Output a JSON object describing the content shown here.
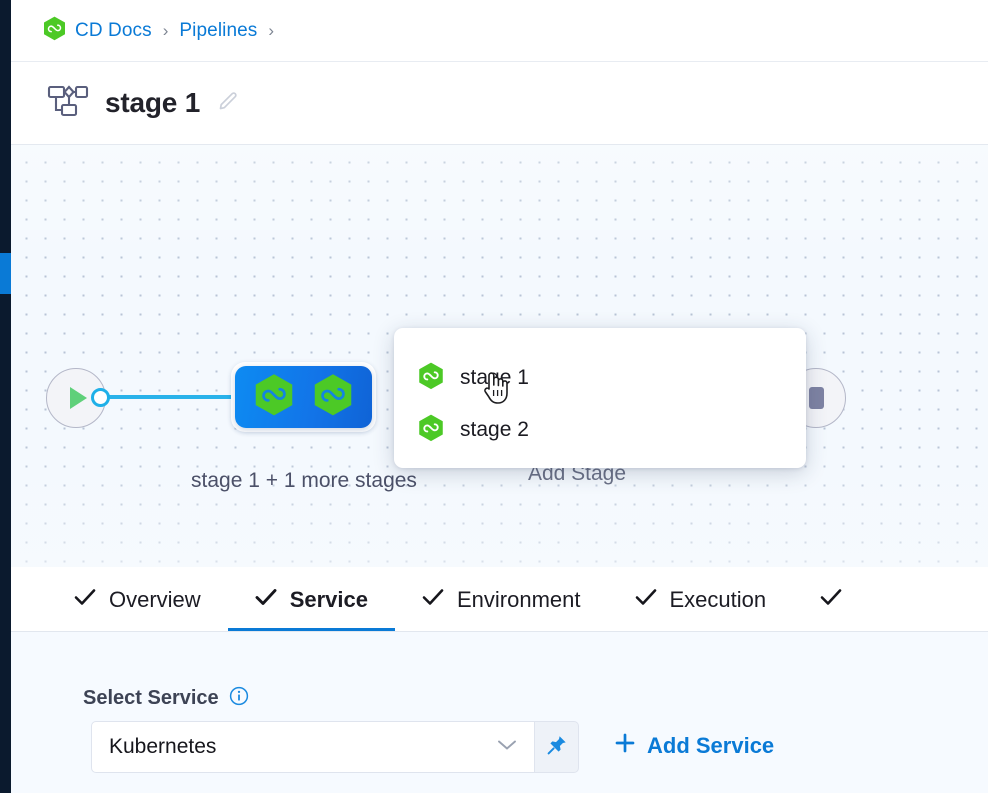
{
  "brand": {
    "accent": "#0a7ad6",
    "green": "#4cc926",
    "node_blue": "#0f7ae8",
    "rail_dark": "#0b1a2e"
  },
  "breadcrumb": {
    "icon": "harness-hexagon-icon",
    "items": [
      {
        "label": "CD Docs"
      },
      {
        "label": "Pipelines"
      }
    ],
    "separator": "›"
  },
  "header": {
    "icon": "pipeline-stage-diagram-icon",
    "title": "stage 1",
    "edit_icon": "pencil-icon"
  },
  "canvas": {
    "start_node": {
      "icon": "play-icon",
      "name": "start-node"
    },
    "stage_group": {
      "label": "stage 1 + 1 more stages",
      "icons": [
        "harness-hexagon-icon",
        "harness-hexagon-icon"
      ]
    },
    "add_stage": {
      "label": "Add Stage",
      "icon": "plus-icon"
    },
    "end_node": {
      "icon": "stop-icon",
      "name": "end-node"
    }
  },
  "popup": {
    "items": [
      {
        "icon": "harness-hexagon-icon",
        "label": "stage 1"
      },
      {
        "icon": "harness-hexagon-icon",
        "label": "stage 2"
      }
    ]
  },
  "tabs": [
    {
      "label": "Overview",
      "icon": "check-icon",
      "active": false
    },
    {
      "label": "Service",
      "icon": "check-icon",
      "active": true
    },
    {
      "label": "Environment",
      "icon": "check-icon",
      "active": false
    },
    {
      "label": "Execution",
      "icon": "check-icon",
      "active": false
    },
    {
      "label": "",
      "icon": "check-icon",
      "active": false
    }
  ],
  "form": {
    "field_label": "Select Service",
    "info_icon": "info-icon",
    "select": {
      "value": "Kubernetes",
      "chevron_icon": "chevron-down-icon",
      "pin_icon": "pin-icon"
    },
    "add_service": {
      "label": "Add Service",
      "icon": "plus-icon"
    }
  },
  "cursor": {
    "icon": "hand-pointer-cursor"
  }
}
